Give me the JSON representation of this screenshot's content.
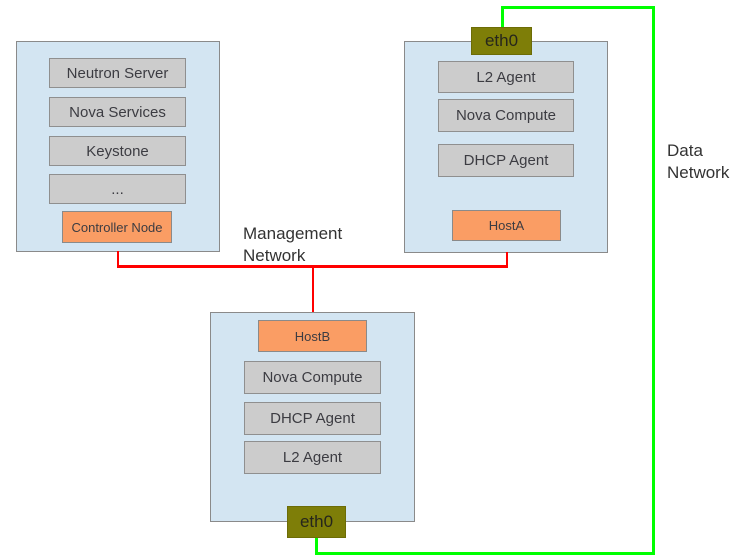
{
  "controller": {
    "services": [
      "Neutron Server",
      "Nova Services",
      "Keystone",
      "..."
    ],
    "node_label": "Controller Node"
  },
  "host_a": {
    "eth_label": "eth0",
    "services": [
      "L2 Agent",
      "Nova Compute",
      "DHCP Agent"
    ],
    "node_label": "HostA"
  },
  "host_b": {
    "node_label": "HostB",
    "services": [
      "Nova Compute",
      "DHCP Agent",
      "L2 Agent"
    ],
    "eth_label": "eth0"
  },
  "networks": {
    "management_label": "Management\nNetwork",
    "data_label": "Data\nNetwork",
    "management_color": "#ff0000",
    "data_color": "#00ff00"
  },
  "colors": {
    "host_fill": "#d3e5f2",
    "service_fill": "#cccccc",
    "node_fill": "#fa9d64",
    "eth_fill": "#7e7e08"
  }
}
